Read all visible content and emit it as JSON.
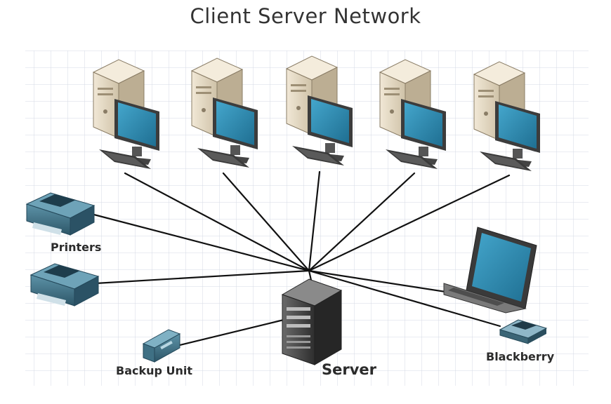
{
  "title": "Client Server Network",
  "labels": {
    "printers": "Printers",
    "backup": "Backup Unit",
    "server": "Server",
    "blackberry": "Blackberry"
  },
  "colors": {
    "screen": "#2f8fb6",
    "case": "#e4d8c4",
    "device": "#4b8299",
    "grid": "#d4dae4",
    "cable": "#111111"
  }
}
